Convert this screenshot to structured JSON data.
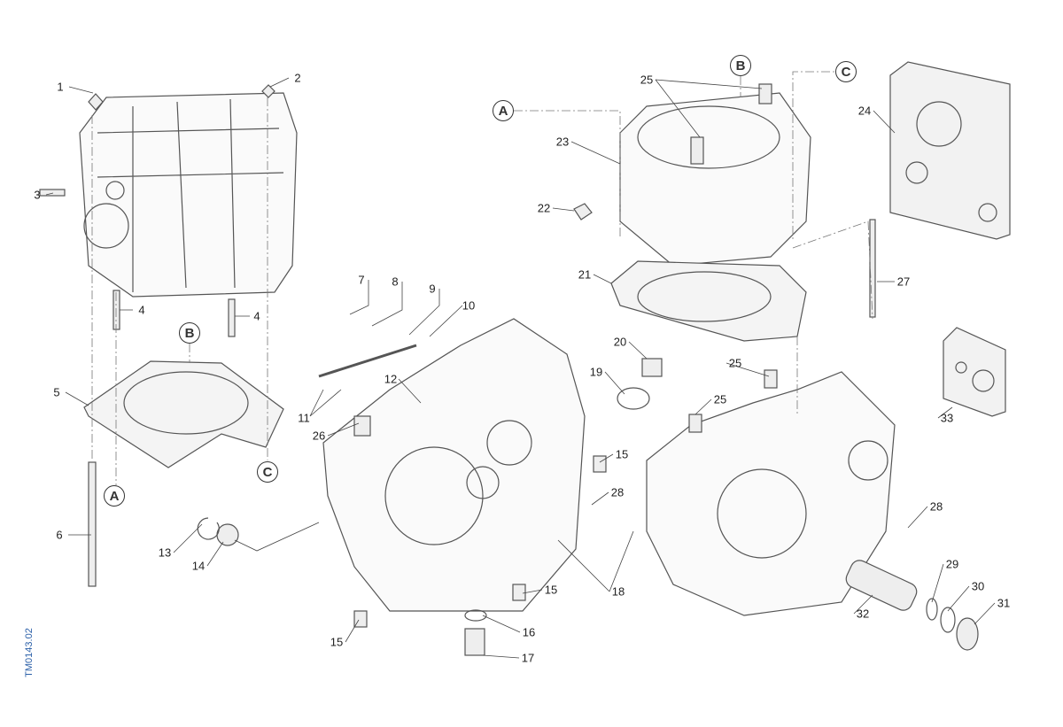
{
  "diagram": {
    "reference_code": "TM0143.02",
    "callouts": [
      "1",
      "2",
      "3",
      "4",
      "4",
      "5",
      "6",
      "13",
      "14",
      "7",
      "8",
      "9",
      "10",
      "11",
      "12",
      "26",
      "15",
      "28",
      "15",
      "15",
      "16",
      "17",
      "18",
      "25",
      "23",
      "22",
      "21",
      "20",
      "19",
      "25",
      "25",
      "24",
      "27",
      "33",
      "28",
      "29",
      "30",
      "32",
      "31"
    ],
    "alignment_marks": [
      "B",
      "A",
      "C",
      "A",
      "B",
      "C"
    ]
  }
}
